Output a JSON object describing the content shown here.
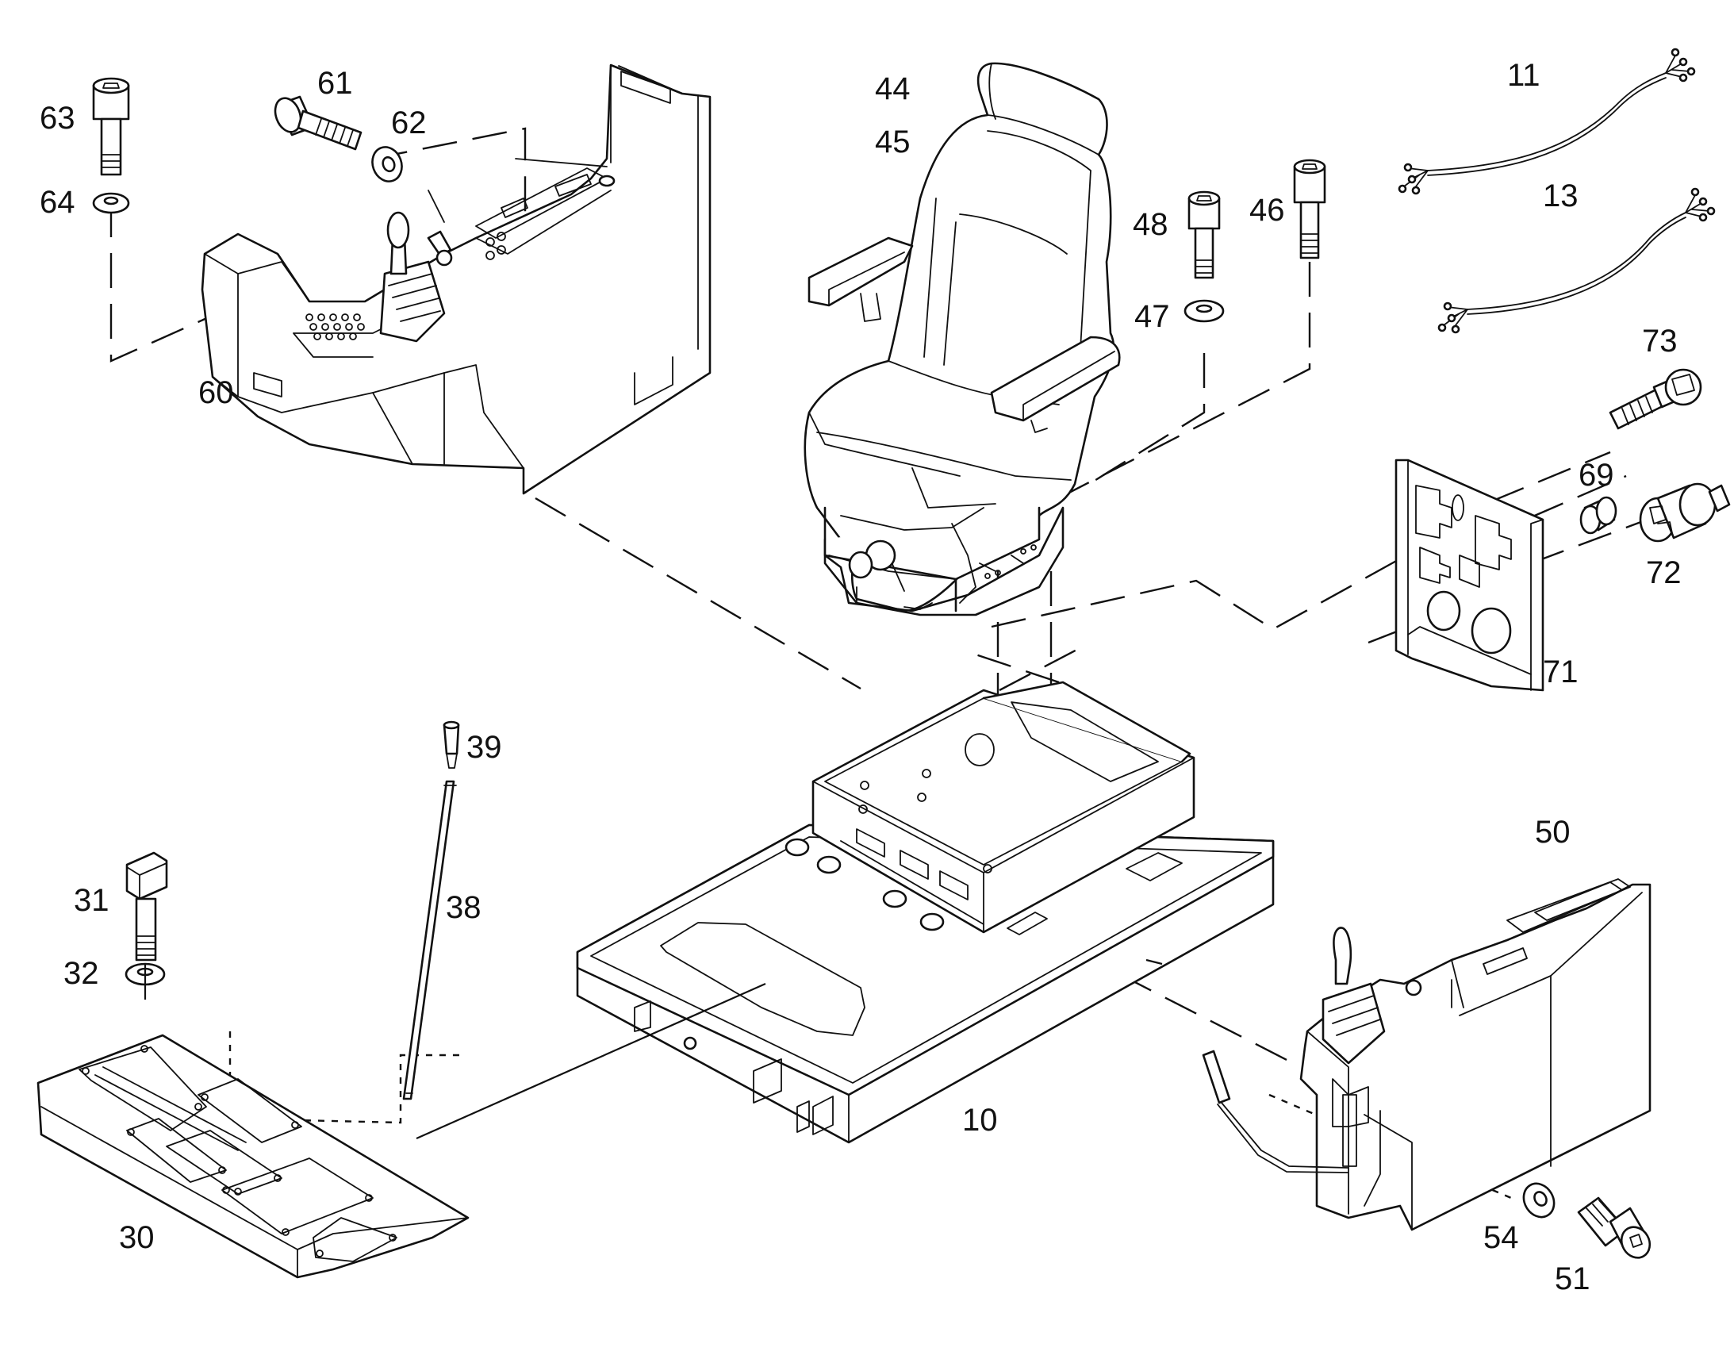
{
  "callouts": {
    "c10": "10",
    "c11": "11",
    "c13": "13",
    "c30": "30",
    "c31": "31",
    "c32": "32",
    "c38": "38",
    "c39": "39",
    "c44": "44",
    "c45": "45",
    "c46": "46",
    "c47": "47",
    "c48": "48",
    "c50": "50",
    "c51": "51",
    "c54": "54",
    "c60": "60",
    "c61": "61",
    "c62": "62",
    "c63": "63",
    "c64": "64",
    "c69": "69",
    "c71": "71",
    "c72": "72",
    "c73": "73"
  },
  "colors": {
    "line": "#111111",
    "background": "#ffffff"
  }
}
